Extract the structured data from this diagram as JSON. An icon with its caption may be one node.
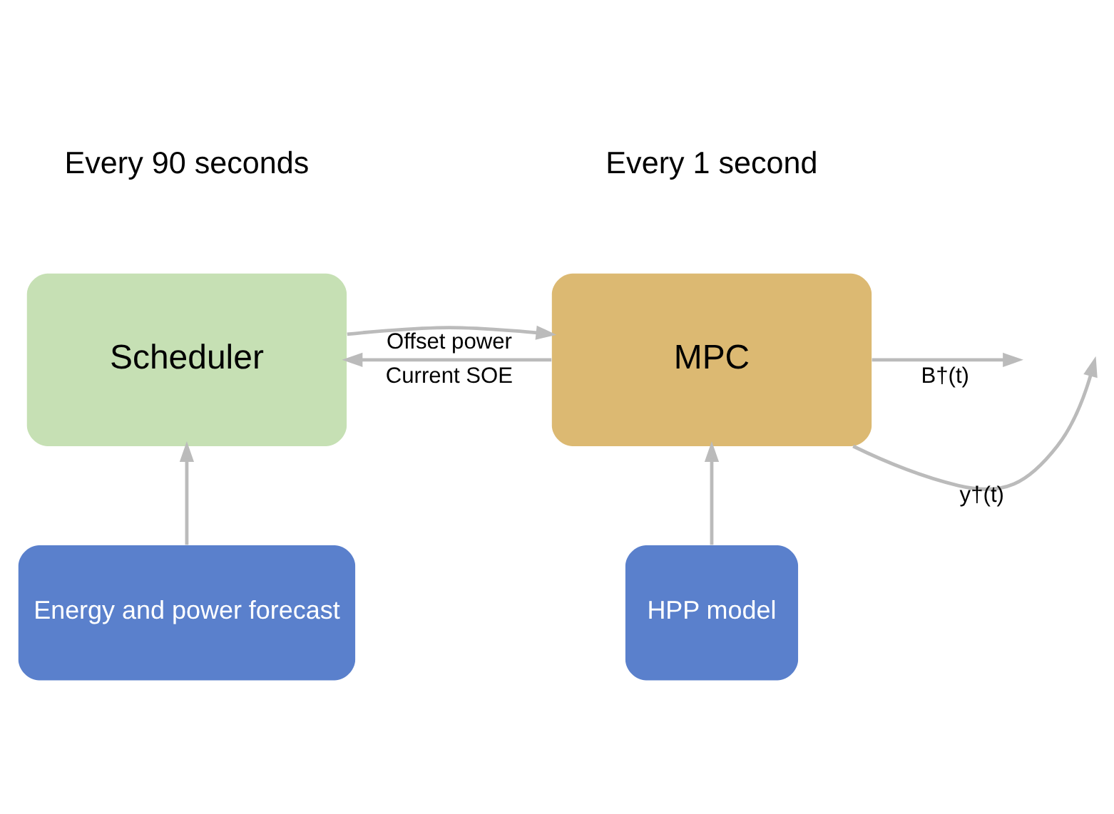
{
  "diagram": {
    "nodes": [
      {
        "text": [
          "Scheduler"
        ]
      },
      {
        "text": [
          "MPC"
        ]
      },
      {
        "text": [
          "Energy and power forecast"
        ]
      },
      {
        "text": [
          "HPP model"
        ]
      }
    ],
    "edges": [
      {
        "from": 2,
        "to": 0,
        "arrow": "to"
      },
      {
        "from": 3,
        "to": 1,
        "arrow": "to"
      },
      {
        "from": 0,
        "to": 1,
        "label": "Offset power",
        "arrow": "to"
      },
      {
        "from": 1,
        "to": 0,
        "label": "Current SOE",
        "arrow": "to"
      },
      {
        "from": 1,
        "to": null,
        "label": "y†(t)",
        "arrow": "to"
      },
      {
        "from": 1,
        "to": null,
        "label": "B†(t)",
        "arrow": "to"
      }
    ],
    "labels": [
      "Every 90 seconds",
      "Every 1 second"
    ]
  }
}
